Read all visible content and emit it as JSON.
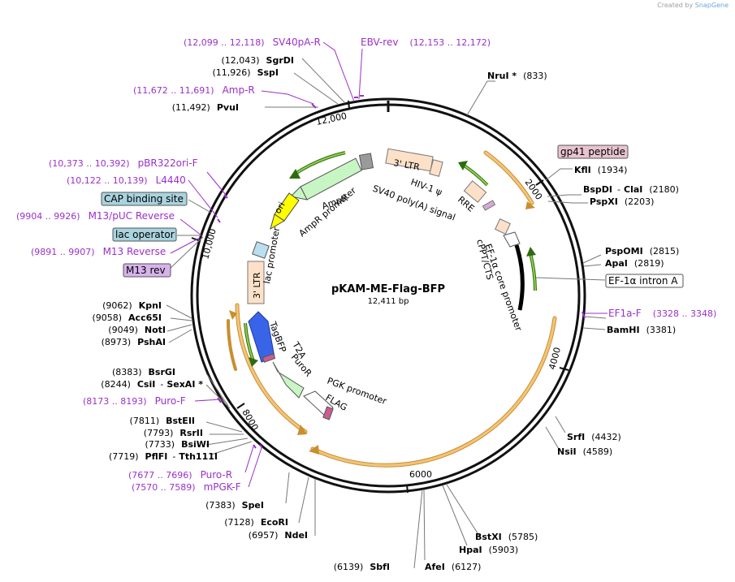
{
  "brand": {
    "created_by": "Created by",
    "name": "SnapGene"
  },
  "plasmid": {
    "name": "pKAM-ME-Flag-BFP",
    "size": "12,411 bp"
  },
  "ruler": [
    {
      "label": "2000"
    },
    {
      "label": "4000"
    },
    {
      "label": "6000"
    },
    {
      "label": "8000"
    },
    {
      "label": "10,000"
    },
    {
      "label": "12,000"
    }
  ],
  "sites": [
    {
      "name": "NruI *",
      "pos": "(833)"
    },
    {
      "name": "KflI",
      "pos": "(1934)"
    },
    {
      "name": "BspDI",
      "extra": "ClaI",
      "pos": "(2180)"
    },
    {
      "name": "PspXI",
      "pos": "(2203)"
    },
    {
      "name": "PspOMI",
      "pos": "(2815)"
    },
    {
      "name": "ApaI",
      "pos": "(2819)"
    },
    {
      "name": "BamHI",
      "pos": "(3381)"
    },
    {
      "name": "SrfI",
      "pos": "(4432)"
    },
    {
      "name": "NsiI",
      "pos": "(4589)"
    },
    {
      "name": "BstXI",
      "pos": "(5785)"
    },
    {
      "name": "HpaI",
      "pos": "(5903)"
    },
    {
      "name": "AfeI",
      "pos": "(6127)"
    },
    {
      "name": "SbfI",
      "pos": "(6139)"
    },
    {
      "name": "NdeI",
      "pos": "(6957)"
    },
    {
      "name": "EcoRI",
      "pos": "(7128)"
    },
    {
      "name": "SpeI",
      "pos": "(7383)"
    },
    {
      "name": "PflFI",
      "extra": "Tth111I",
      "pos": "(7719)"
    },
    {
      "name": "BsiWI",
      "pos": "(7733)"
    },
    {
      "name": "RsrII",
      "pos": "(7793)"
    },
    {
      "name": "BstEII",
      "pos": "(7811)"
    },
    {
      "name": "CsiI",
      "extra": "SexAI *",
      "pos": "(8244)"
    },
    {
      "name": "BsrGI",
      "pos": "(8383)"
    },
    {
      "name": "PshAI",
      "pos": "(8973)"
    },
    {
      "name": "NotI",
      "pos": "(9049)"
    },
    {
      "name": "Acc65I",
      "pos": "(9058)"
    },
    {
      "name": "KpnI",
      "pos": "(9062)"
    },
    {
      "name": "PvuI",
      "pos": "(11,492)"
    },
    {
      "name": "SspI",
      "pos": "(11,926)"
    },
    {
      "name": "SgrDI",
      "pos": "(12,043)"
    }
  ],
  "primers": [
    {
      "name": "SV40pA-R",
      "range": "(12,099 .. 12,118)"
    },
    {
      "name": "EBV-rev",
      "range": "(12,153 .. 12,172)"
    },
    {
      "name": "Amp-R",
      "range": "(11,672 .. 11,691)"
    },
    {
      "name": "pBR322ori-F",
      "range": "(10,373 .. 10,392)"
    },
    {
      "name": "L4440",
      "range": "(10,122 .. 10,139)"
    },
    {
      "name": "M13/pUC Reverse",
      "range": "(9904 .. 9926)"
    },
    {
      "name": "M13 Reverse",
      "range": "(9891 .. 9907)"
    },
    {
      "name": "EF1a-F",
      "range": "(3328 .. 3348)"
    },
    {
      "name": "Puro-F",
      "range": "(8173 .. 8193)"
    },
    {
      "name": "Puro-R",
      "range": "(7677 .. 7696)"
    },
    {
      "name": "mPGK-F",
      "range": "(7570 .. 7589)"
    }
  ],
  "boxed_labels": [
    {
      "name": "gp41 peptide",
      "color": "#e8c4cf"
    },
    {
      "name": "CAP binding site",
      "color": "#a9d3de"
    },
    {
      "name": "lac operator",
      "color": "#a9d3de"
    },
    {
      "name": "M13 rev",
      "color": "#d7b3ec"
    },
    {
      "name": "EF-1α intron A",
      "color": "#ffffff"
    }
  ],
  "inner_labels": {
    "ltr_top": "3' LTR",
    "hiv": "HIV-1 ψ",
    "rre": "RRE",
    "sv40": "SV40 poly(A) signal",
    "ampr": "AmpR",
    "ampr_promoter": "AmpR promoter",
    "ori": "ori",
    "lac_promoter": "lac promoter",
    "ltr_left": "3' LTR",
    "tagbfp": "TagBFP",
    "t2a": "T2A",
    "puror": "PuroR",
    "pgk": "PGK promoter",
    "flag": "FLAG",
    "ef1a_core": "EF-1α core promoter",
    "cppt": "cPPT/CTS"
  },
  "colors": {
    "primer": "#9b30c9",
    "site": "#000000",
    "orf": "#f0b054",
    "green_arrow": "#6aaa2b",
    "ampr": "#c8f5c4",
    "ori": "#ffff00",
    "ltr": "#fde0c8",
    "tagbfp": "#3a64e8",
    "pgk": "#ffffff"
  }
}
